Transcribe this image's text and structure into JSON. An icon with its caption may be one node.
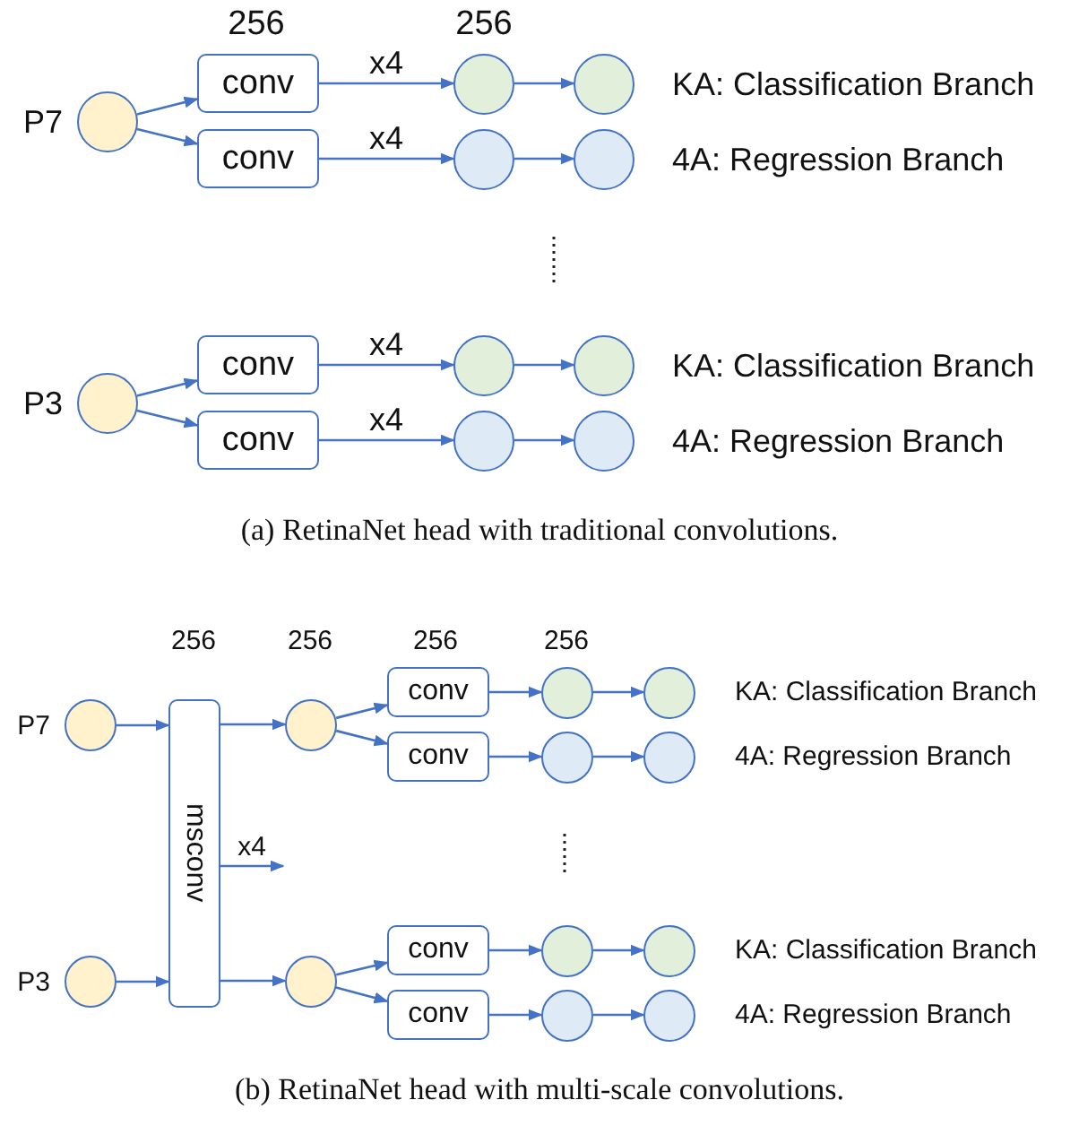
{
  "diagram": {
    "nodes": [
      {
        "text": [],
        "shape": "circle",
        "beside": [
          "P7"
        ]
      },
      {
        "text": [
          "conv"
        ]
      },
      {
        "text": [
          "conv"
        ]
      },
      {
        "text": [],
        "shape": "circle"
      },
      {
        "text": [],
        "shape": "circle",
        "beside": [
          "KA: Classification Branch"
        ]
      },
      {
        "text": [],
        "shape": "circle"
      },
      {
        "text": [],
        "shape": "circle",
        "beside": [
          "4A: Regression Branch"
        ]
      },
      {
        "text": [],
        "shape": "circle",
        "beside": [
          "P3"
        ]
      },
      {
        "text": [
          "conv"
        ]
      },
      {
        "text": [
          "conv"
        ]
      },
      {
        "text": [],
        "shape": "circle"
      },
      {
        "text": [],
        "shape": "circle",
        "beside": [
          "KA: Classification Branch"
        ]
      },
      {
        "text": [],
        "shape": "circle"
      },
      {
        "text": [],
        "shape": "circle",
        "beside": [
          "4A: Regression Branch"
        ]
      },
      {
        "text": [],
        "shape": "circle",
        "beside": [
          "P7"
        ]
      },
      {
        "text": [],
        "shape": "circle",
        "beside": [
          "P3"
        ]
      },
      {
        "text": [
          "msconv"
        ]
      },
      {
        "text": [],
        "shape": "circle"
      },
      {
        "text": [
          "conv"
        ]
      },
      {
        "text": [
          "conv"
        ]
      },
      {
        "text": [],
        "shape": "circle"
      },
      {
        "text": [],
        "shape": "circle",
        "beside": [
          "KA: Classification Branch"
        ]
      },
      {
        "text": [],
        "shape": "circle"
      },
      {
        "text": [],
        "shape": "circle",
        "beside": [
          "4A: Regression Branch"
        ]
      },
      {
        "text": [],
        "shape": "circle"
      },
      {
        "text": [
          "conv"
        ]
      },
      {
        "text": [
          "conv"
        ]
      },
      {
        "text": [],
        "shape": "circle"
      },
      {
        "text": [],
        "shape": "circle",
        "beside": [
          "KA: Classification Branch"
        ]
      },
      {
        "text": [],
        "shape": "circle"
      },
      {
        "text": [],
        "shape": "circle",
        "beside": [
          "4A: Regression Branch"
        ]
      }
    ],
    "edges": [
      {
        "from": 0,
        "to": 1,
        "arrow": "to"
      },
      {
        "from": 0,
        "to": 2,
        "arrow": "to"
      },
      {
        "from": 1,
        "to": 3,
        "arrow": "to",
        "label": "x4"
      },
      {
        "from": 3,
        "to": 4,
        "arrow": "to"
      },
      {
        "from": 2,
        "to": 5,
        "arrow": "to",
        "label": "x4"
      },
      {
        "from": 5,
        "to": 6,
        "arrow": "to"
      },
      {
        "from": 7,
        "to": 8,
        "arrow": "to"
      },
      {
        "from": 7,
        "to": 9,
        "arrow": "to"
      },
      {
        "from": 8,
        "to": 10,
        "arrow": "to",
        "label": "x4"
      },
      {
        "from": 10,
        "to": 11,
        "arrow": "to"
      },
      {
        "from": 9,
        "to": 12,
        "arrow": "to",
        "label": "x4"
      },
      {
        "from": 12,
        "to": 13,
        "arrow": "to"
      },
      {
        "from": 14,
        "to": 16,
        "arrow": "to"
      },
      {
        "from": 15,
        "to": 16,
        "arrow": "to"
      },
      {
        "from": 16,
        "to": 17,
        "arrow": "to"
      },
      {
        "from": 16,
        "to": 24,
        "arrow": "to"
      },
      {
        "from": 16,
        "to": null,
        "arrow": "to",
        "label": "x4"
      },
      {
        "from": 17,
        "to": 18,
        "arrow": "to"
      },
      {
        "from": 17,
        "to": 19,
        "arrow": "to"
      },
      {
        "from": 18,
        "to": 20,
        "arrow": "to"
      },
      {
        "from": 20,
        "to": 21,
        "arrow": "to"
      },
      {
        "from": 19,
        "to": 22,
        "arrow": "to"
      },
      {
        "from": 22,
        "to": 23,
        "arrow": "to"
      },
      {
        "from": 24,
        "to": 25,
        "arrow": "to"
      },
      {
        "from": 24,
        "to": 26,
        "arrow": "to"
      },
      {
        "from": 25,
        "to": 27,
        "arrow": "to"
      },
      {
        "from": 27,
        "to": 28,
        "arrow": "to"
      },
      {
        "from": 26,
        "to": 29,
        "arrow": "to"
      },
      {
        "from": 29,
        "to": 30,
        "arrow": "to"
      }
    ],
    "labels": [
      "256",
      "256",
      "(a) RetinaNet head with traditional convolutions.",
      "256",
      "256",
      "256",
      "256",
      "(b) RetinaNet head with multi-scale convolutions."
    ]
  }
}
